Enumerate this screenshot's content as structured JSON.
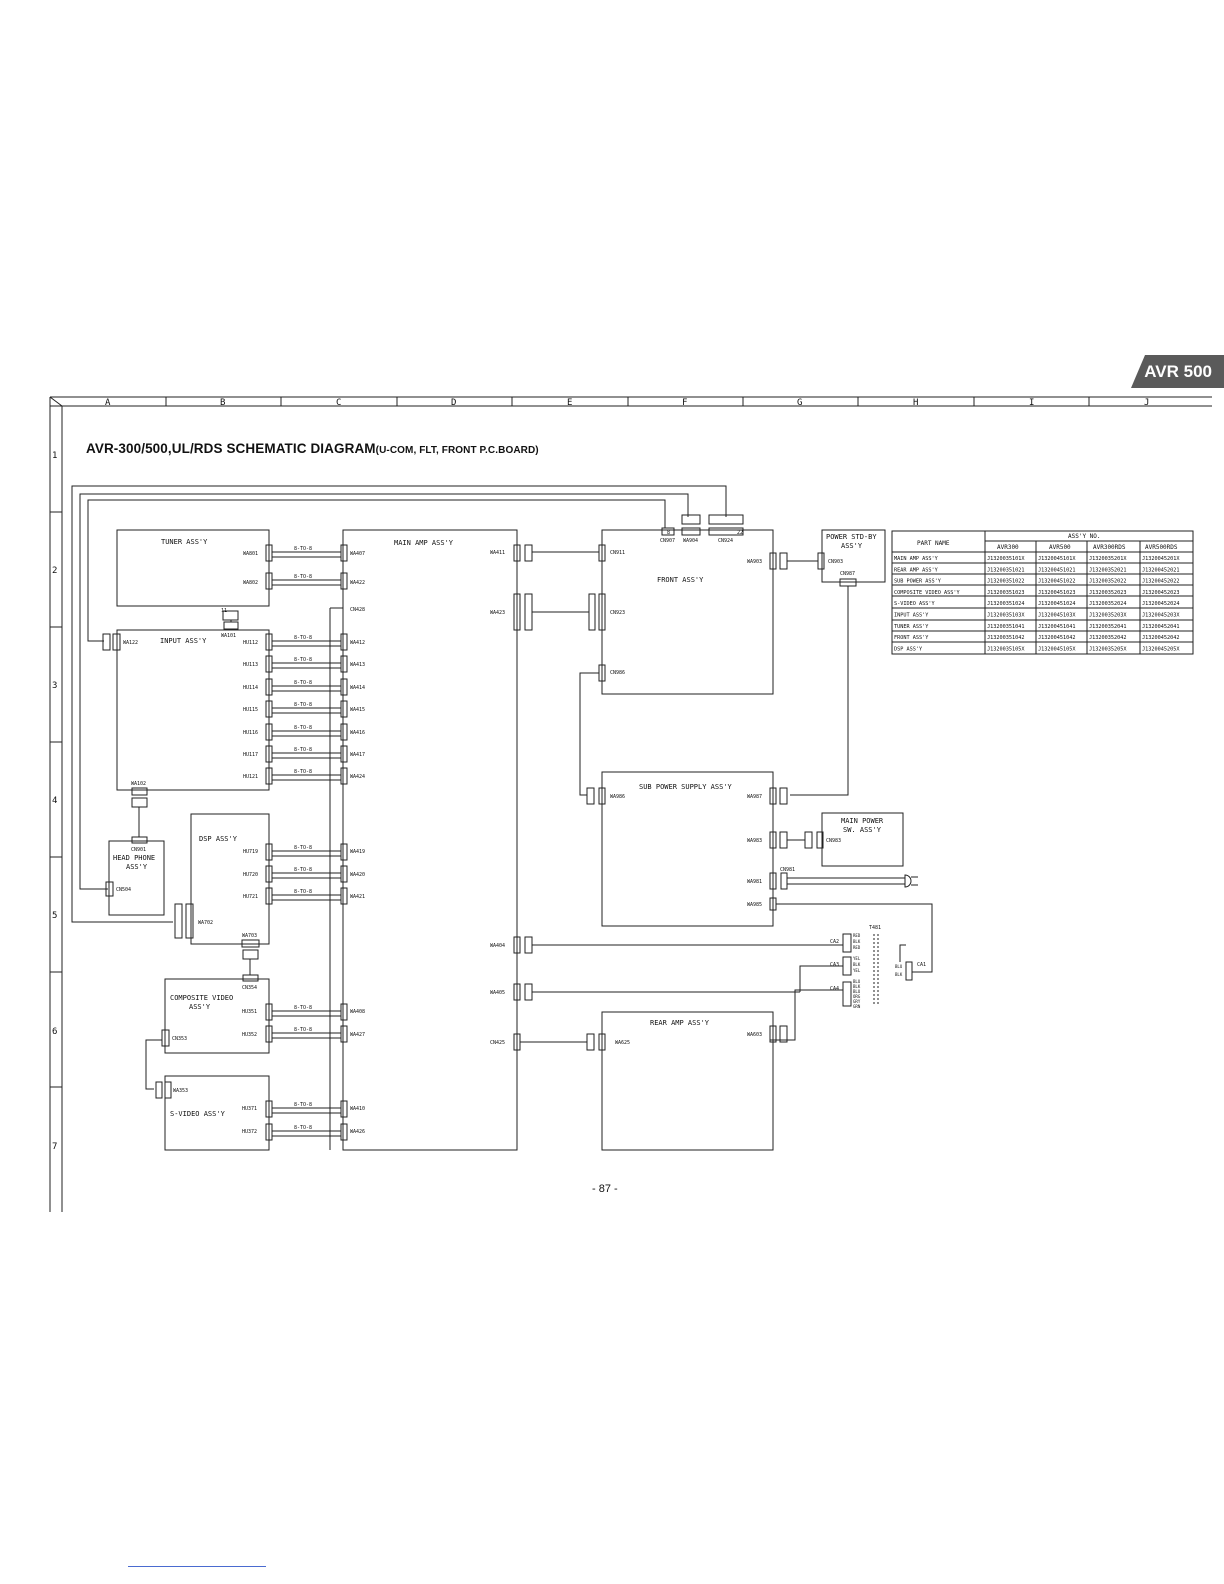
{
  "badge": "AVR 500",
  "title_main": "AVR-300/500,UL/RDS SCHEMATIC DIAGRAM",
  "title_sub": "(U-COM, FLT, FRONT P.C.BOARD)",
  "page_number": "- 87 -",
  "grid": {
    "columns": [
      "A",
      "B",
      "C",
      "D",
      "E",
      "F",
      "G",
      "H",
      "I",
      "J"
    ],
    "rows": [
      "1",
      "2",
      "3",
      "4",
      "5",
      "6",
      "7"
    ]
  },
  "boards": {
    "tuner": "TUNER ASS'Y",
    "input": "INPUT ASS'Y",
    "main_amp": "MAIN AMP ASS'Y",
    "front": "FRONT ASS'Y",
    "power_stdby_1": "POWER STD-BY",
    "power_stdby_2": "ASS'Y",
    "sub_power": "SUB POWER SUPPLY ASS'Y",
    "main_power_1": "MAIN POWER",
    "main_power_2": "SW. ASS'Y",
    "dsp": "DSP ASS'Y",
    "headphone_1": "HEAD PHONE",
    "headphone_2": "ASS'Y",
    "composite_1": "COMPOSITE VIDEO",
    "composite_2": "ASS'Y",
    "svideo": "S-VIDEO ASS'Y",
    "rear_amp": "REAR AMP ASS'Y"
  },
  "connectors": {
    "wa801": "WA801",
    "wa802": "WA802",
    "wa407": "WA407",
    "wa422": "WA422",
    "cn428": "CN428",
    "wa101": "WA101",
    "wa122": "WA122",
    "hu112": "HU112",
    "hu113": "HU113",
    "hu114": "HU114",
    "hu115": "HU115",
    "hu116": "HU116",
    "hu117": "HU117",
    "hu121": "HU121",
    "wa412": "WA412",
    "wa413": "WA413",
    "wa414": "WA414",
    "wa415": "WA415",
    "wa416": "WA416",
    "wa417": "WA417",
    "wa424": "WA424",
    "wa102": "WA102",
    "cn901": "CN901",
    "cn504": "CN504",
    "hu719": "HU719",
    "hu720": "HU720",
    "hu721": "HU721",
    "wa419": "WA419",
    "wa420": "WA420",
    "wa421": "WA421",
    "wa702": "WA702",
    "wa703": "WA703",
    "cn354": "CN354",
    "hu351": "HU351",
    "hu352": "HU352",
    "wa408": "WA408",
    "wa427": "WA427",
    "cn353": "CN353",
    "wa353": "WA353",
    "hu371": "HU371",
    "hu372": "HU372",
    "wa410": "WA410",
    "wa426": "WA426",
    "wa411": "WA411",
    "wa423": "WA423",
    "wa404": "WA404",
    "wa405": "WA405",
    "cn425": "CN425",
    "cn907": "CN907",
    "wa904": "WA904",
    "cn924": "CN924",
    "cn911": "CN911",
    "cn923": "CN923",
    "cn986": "CN986",
    "wa903": "WA903",
    "cn903": "CN903",
    "cn987": "CN987",
    "wa986": "WA986",
    "wa987": "WA987",
    "wa983": "WA983",
    "cn983": "CN983",
    "cn981": "CN981",
    "wa981": "WA981",
    "wa985": "WA985",
    "wa625": "WA625",
    "wa603": "WA603",
    "t481": "T481",
    "ca2": "CA2",
    "ca3": "CA3",
    "ca4": "CA4",
    "ca1": "CA1",
    "pin_8": "8",
    "pin_22": "22",
    "pin_11": "11",
    "wire_red": "RED",
    "wire_blk1": "BLK",
    "wire_red2": "RED",
    "wire_yel": "YEL",
    "wire_blk2": "BLK",
    "wire_yel2": "YEL",
    "wire_blu": "BLU",
    "wire_blk3": "BLK",
    "wire_blu2": "BLU",
    "wire_org": "ORG",
    "wire_gry": "GRY",
    "wire_grn": "GRN",
    "wire_blu3": "BLU",
    "wire_blk4": "BLK"
  },
  "cable_label": "8-TO-8",
  "parts_table": {
    "header_part": "PART NAME",
    "header_group": "ASS'Y NO.",
    "columns": [
      "AVR300",
      "AVR500",
      "AVR300RDS",
      "AVR500RDS"
    ],
    "rows": [
      [
        "MAIN AMP ASS'Y",
        "J1320035101X",
        "J1320045101X",
        "J1320035201X",
        "J1320045201X"
      ],
      [
        "REAR AMP ASS'Y",
        "J13200351021",
        "J13200451021",
        "J13200352021",
        "J13200452021"
      ],
      [
        "SUB POWER ASS'Y",
        "J13200351022",
        "J13200451022",
        "J13200352022",
        "J13200452022"
      ],
      [
        "COMPOSITE VIDEO ASS'Y",
        "J13200351023",
        "J13200451023",
        "J13200352023",
        "J13200452023"
      ],
      [
        "S-VIDEO ASS'Y",
        "J13200351024",
        "J13200451024",
        "J13200352024",
        "J13200452024"
      ],
      [
        "INPUT ASS'Y",
        "J1320035103X",
        "J1320045103X",
        "J1320035203X",
        "J1320045203X"
      ],
      [
        "TUNER ASS'Y",
        "J13200351041",
        "J13200451041",
        "J13200352041",
        "J13200452041"
      ],
      [
        "FRONT ASS'Y",
        "J13200351042",
        "J13200451042",
        "J13200352042",
        "J13200452042"
      ],
      [
        "DSP ASS'Y",
        "J1320035105X",
        "J1320045105X",
        "J1320035205X",
        "J1320045205X"
      ]
    ]
  }
}
